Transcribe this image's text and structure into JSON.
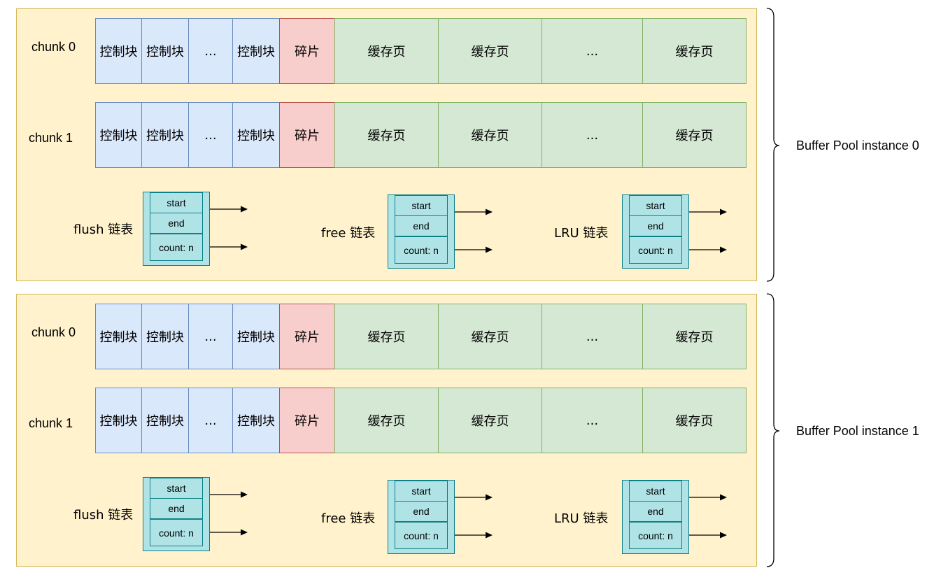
{
  "instances": [
    {
      "label": "Buffer Pool instance 0",
      "chunks": [
        {
          "label": "chunk 0",
          "cells": [
            {
              "type": "ctrl",
              "text": "控制块"
            },
            {
              "type": "ctrl",
              "text": "控制块"
            },
            {
              "type": "ctrl",
              "text": "..."
            },
            {
              "type": "ctrl",
              "text": "控制块"
            },
            {
              "type": "frag",
              "text": "碎片"
            },
            {
              "type": "page",
              "text": "缓存页"
            },
            {
              "type": "page",
              "text": "缓存页"
            },
            {
              "type": "page",
              "text": "..."
            },
            {
              "type": "page",
              "text": "缓存页"
            }
          ]
        },
        {
          "label": "chunk 1",
          "cells": [
            {
              "type": "ctrl",
              "text": "控制块"
            },
            {
              "type": "ctrl",
              "text": "控制块"
            },
            {
              "type": "ctrl",
              "text": "..."
            },
            {
              "type": "ctrl",
              "text": "控制块"
            },
            {
              "type": "frag",
              "text": "碎片"
            },
            {
              "type": "page",
              "text": "缓存页"
            },
            {
              "type": "page",
              "text": "缓存页"
            },
            {
              "type": "page",
              "text": "..."
            },
            {
              "type": "page",
              "text": "缓存页"
            }
          ]
        }
      ],
      "lists": [
        {
          "label": "flush 链表",
          "start": "start",
          "end": "end",
          "count": "count: n"
        },
        {
          "label": "free 链表",
          "start": "start",
          "end": "end",
          "count": "count: n"
        },
        {
          "label": "LRU 链表",
          "start": "start",
          "end": "end",
          "count": "count: n"
        }
      ]
    },
    {
      "label": "Buffer Pool instance 1",
      "chunks": [
        {
          "label": "chunk 0",
          "cells": [
            {
              "type": "ctrl",
              "text": "控制块"
            },
            {
              "type": "ctrl",
              "text": "控制块"
            },
            {
              "type": "ctrl",
              "text": "..."
            },
            {
              "type": "ctrl",
              "text": "控制块"
            },
            {
              "type": "frag",
              "text": "碎片"
            },
            {
              "type": "page",
              "text": "缓存页"
            },
            {
              "type": "page",
              "text": "缓存页"
            },
            {
              "type": "page",
              "text": "..."
            },
            {
              "type": "page",
              "text": "缓存页"
            }
          ]
        },
        {
          "label": "chunk 1",
          "cells": [
            {
              "type": "ctrl",
              "text": "控制块"
            },
            {
              "type": "ctrl",
              "text": "控制块"
            },
            {
              "type": "ctrl",
              "text": "..."
            },
            {
              "type": "ctrl",
              "text": "控制块"
            },
            {
              "type": "frag",
              "text": "碎片"
            },
            {
              "type": "page",
              "text": "缓存页"
            },
            {
              "type": "page",
              "text": "缓存页"
            },
            {
              "type": "page",
              "text": "..."
            },
            {
              "type": "page",
              "text": "缓存页"
            }
          ]
        }
      ],
      "lists": [
        {
          "label": "flush 链表",
          "start": "start",
          "end": "end",
          "count": "count: n"
        },
        {
          "label": "free 链表",
          "start": "start",
          "end": "end",
          "count": "count: n"
        },
        {
          "label": "LRU 链表",
          "start": "start",
          "end": "end",
          "count": "count: n"
        }
      ]
    }
  ],
  "colors": {
    "instance_fill": "#fff2cc",
    "instance_stroke": "#d6b656",
    "ctrl_fill": "#dae8fc",
    "ctrl_stroke": "#6c8ebf",
    "frag_fill": "#f8cecc",
    "frag_stroke": "#b85450",
    "page_fill": "#d5e8d4",
    "page_stroke": "#82b366",
    "list_fill": "#b0e3e6",
    "list_stroke": "#0e8088"
  }
}
